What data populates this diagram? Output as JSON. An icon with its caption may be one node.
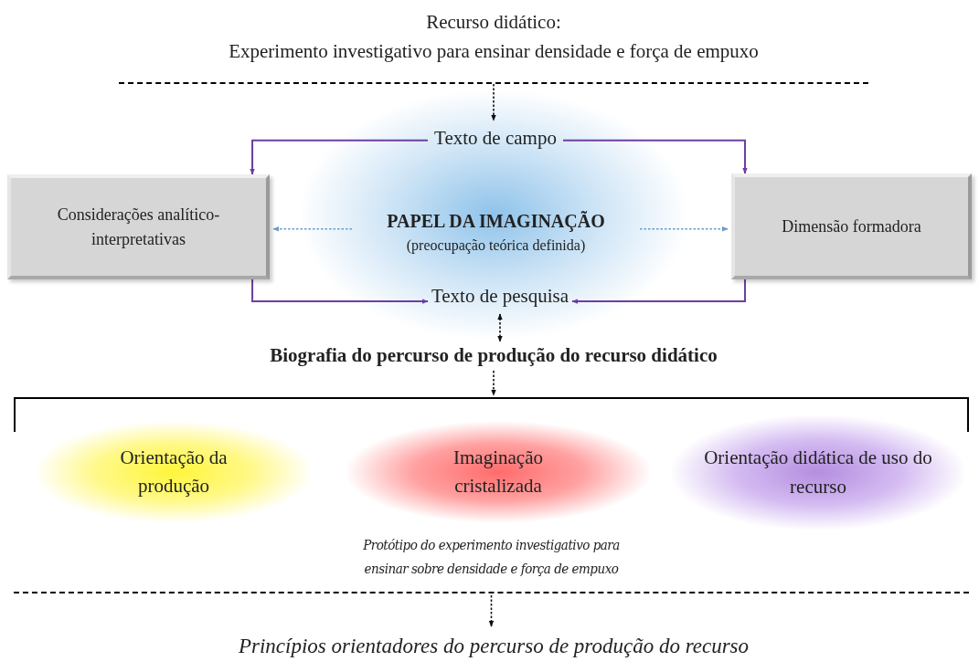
{
  "diagram": {
    "nodes": [
      {
        "text": [
          "Recurso didático:",
          "Experimento investigativo para ensinar densidade e força de empuxo"
        ]
      },
      {
        "text": [
          "Texto de campo"
        ]
      },
      {
        "text": [
          "Considerações analítico-interpretativas"
        ]
      },
      {
        "text": [
          "PAPEL DA IMAGINAÇÃO",
          "(preocupação teórica definida)"
        ]
      },
      {
        "text": [
          "Dimensão formadora"
        ]
      },
      {
        "text": [
          "Texto de pesquisa"
        ]
      },
      {
        "text": [
          "Biografia do percurso de produção do recurso didático"
        ]
      },
      {
        "text": [
          "Protótipo do experimento investigativo para ensinar sobre densidade e força de empuxo"
        ]
      },
      {
        "text": [
          "Orientação da produção"
        ],
        "in": 7
      },
      {
        "text": [
          "Imaginação cristalizada"
        ],
        "in": 7
      },
      {
        "text": [
          "Orientação didática de uso do recurso"
        ],
        "in": 7
      },
      {
        "text": [
          "Princípios orientadores do percurso de produção do recurso"
        ]
      }
    ],
    "edges": [
      {
        "from": 0,
        "to": 1,
        "arrow": "to",
        "style": "dashed"
      },
      {
        "from": 1,
        "to": 2,
        "arrow": "to",
        "color": "#6b3fa0"
      },
      {
        "from": 1,
        "to": 4,
        "arrow": "to",
        "color": "#6b3fa0"
      },
      {
        "from": 2,
        "to": 5,
        "arrow": "to",
        "color": "#6b3fa0"
      },
      {
        "from": 4,
        "to": 5,
        "arrow": "to",
        "color": "#6b3fa0"
      },
      {
        "from": 3,
        "to": 2,
        "arrow": "to",
        "style": "dashed",
        "color": "#6a9bc7"
      },
      {
        "from": 3,
        "to": 4,
        "arrow": "to",
        "style": "dashed",
        "color": "#6a9bc7"
      },
      {
        "from": 5,
        "to": 6,
        "arrow": "both",
        "style": "dashed"
      },
      {
        "from": 6,
        "to": 7,
        "arrow": "to",
        "style": "dashed"
      },
      {
        "from": 7,
        "to": 11,
        "arrow": "to",
        "style": "dashed"
      }
    ]
  }
}
